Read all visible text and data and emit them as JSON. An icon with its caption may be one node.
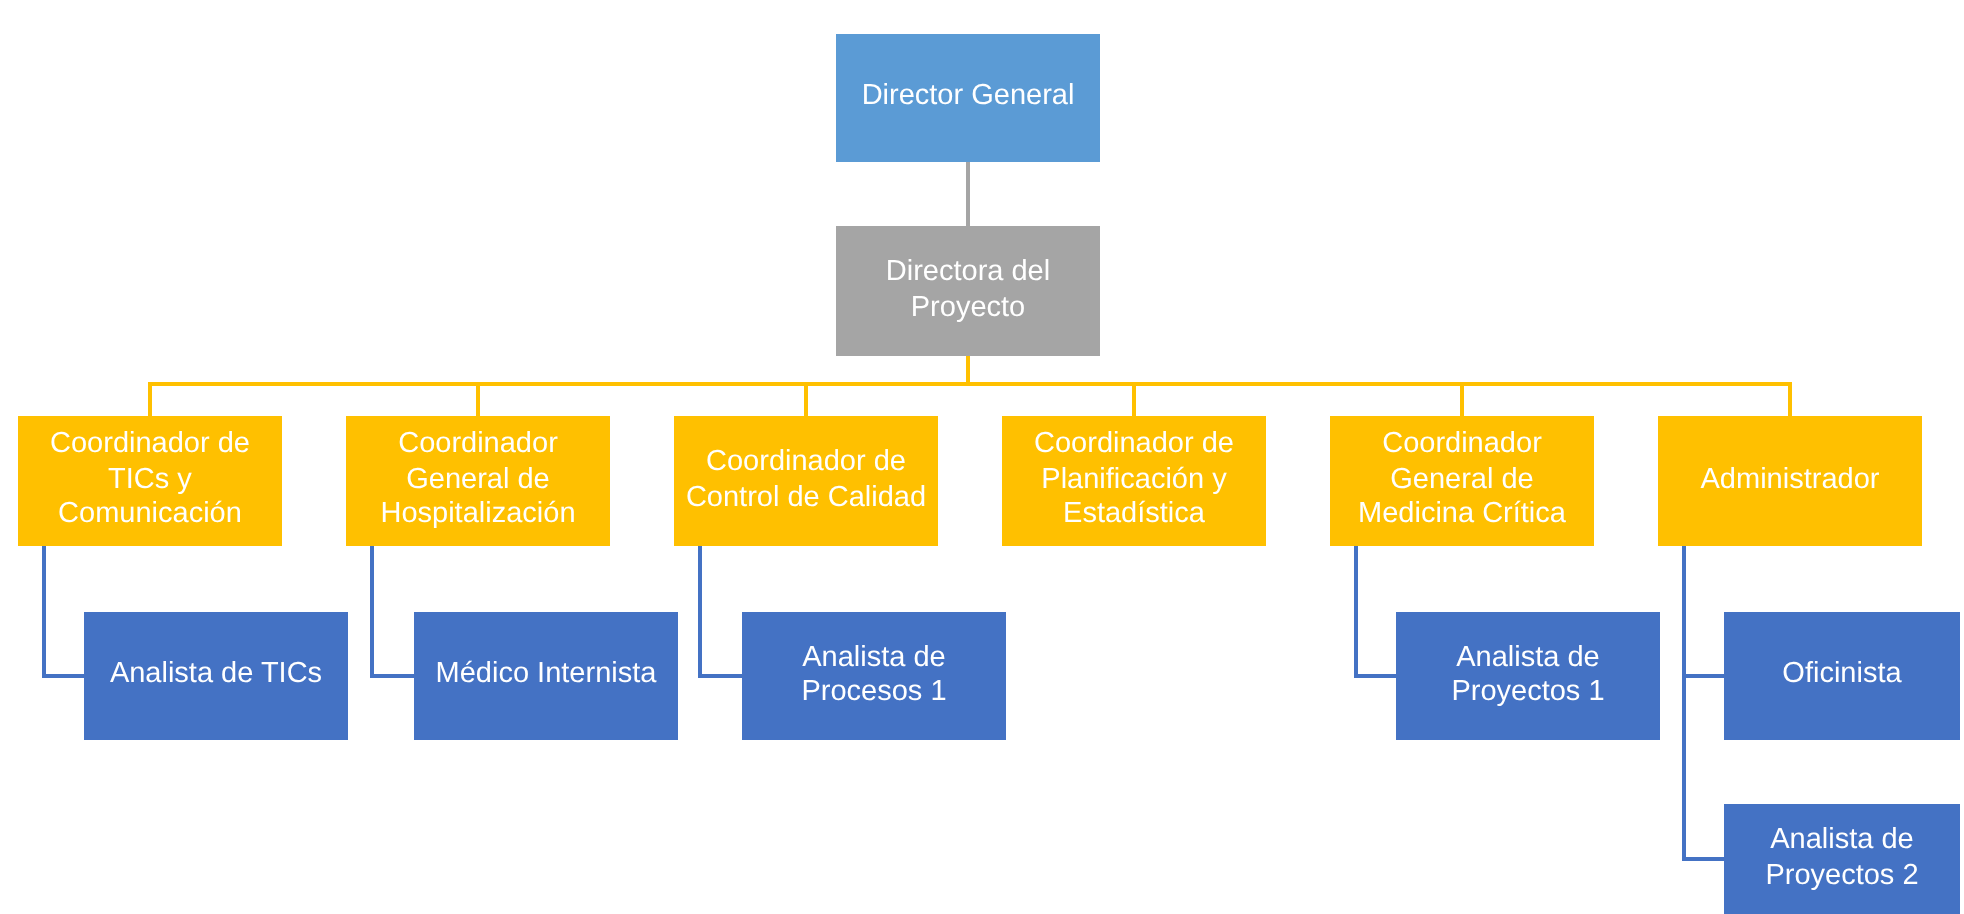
{
  "diagram": {
    "nodes": [
      {
        "text": [
          "Director General"
        ]
      },
      {
        "text": [
          "Directora del Proyecto"
        ]
      },
      {
        "text": [
          "Coordinador de TICs y Comunicación"
        ]
      },
      {
        "text": [
          "Coordinador General de Hospitalización"
        ]
      },
      {
        "text": [
          "Coordinador de Control de Calidad"
        ]
      },
      {
        "text": [
          "Coordinador de Planificación y Estadística"
        ]
      },
      {
        "text": [
          "Coordinador General de Medicina Crítica"
        ]
      },
      {
        "text": [
          "Administrador"
        ]
      },
      {
        "text": [
          "Analista de TICs"
        ]
      },
      {
        "text": [
          "Médico Internista"
        ]
      },
      {
        "text": [
          "Analista de Procesos 1"
        ]
      },
      {
        "text": [
          "Analista de Proyectos 1"
        ]
      },
      {
        "text": [
          "Oficinista"
        ]
      },
      {
        "text": [
          "Analista de Proyectos 2"
        ]
      }
    ],
    "edges": [
      {
        "from": 0,
        "to": 1,
        "arrow": "none",
        "color": "#a5a5a5"
      },
      {
        "from": 1,
        "to": 2,
        "arrow": "none"
      },
      {
        "from": 1,
        "to": 3,
        "arrow": "none"
      },
      {
        "from": 1,
        "to": 4,
        "arrow": "none"
      },
      {
        "from": 1,
        "to": 5,
        "arrow": "none"
      },
      {
        "from": 1,
        "to": 6,
        "arrow": "none"
      },
      {
        "from": 1,
        "to": 7,
        "arrow": "none"
      },
      {
        "from": 2,
        "to": 8,
        "arrow": "none",
        "color": "#4472c4"
      },
      {
        "from": 3,
        "to": 9,
        "arrow": "none",
        "color": "#4472c4"
      },
      {
        "from": 4,
        "to": 10,
        "arrow": "none",
        "color": "#4472c4"
      },
      {
        "from": 6,
        "to": 11,
        "arrow": "none",
        "color": "#4472c4"
      },
      {
        "from": 7,
        "to": 12,
        "arrow": "none",
        "color": "#4472c4"
      },
      {
        "from": 7,
        "to": 13,
        "arrow": "none",
        "color": "#4472c4"
      }
    ]
  }
}
